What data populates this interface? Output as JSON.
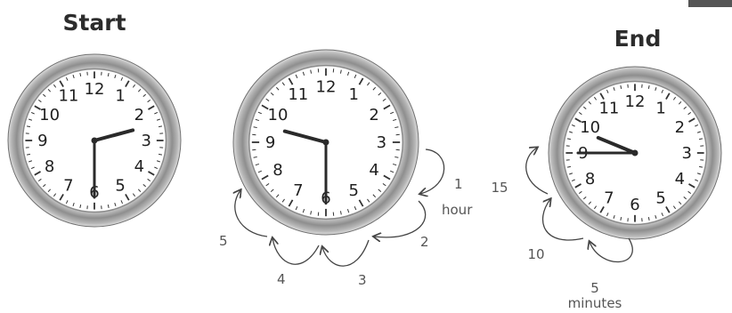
{
  "titles": {
    "start": "Start",
    "end": "End"
  },
  "clocks": [
    {
      "id": "start",
      "numerals": [
        "12",
        "1",
        "2",
        "3",
        "4",
        "5",
        "6",
        "7",
        "8",
        "9",
        "10",
        "11"
      ],
      "hour": 2,
      "minute": 30
    },
    {
      "id": "middle",
      "numerals": [
        "12",
        "1",
        "2",
        "3",
        "4",
        "5",
        "6",
        "7",
        "8",
        "9",
        "10",
        "11"
      ],
      "hour": 9,
      "minute": 30
    },
    {
      "id": "end",
      "numerals": [
        "12",
        "1",
        "2",
        "3",
        "4",
        "5",
        "6",
        "7",
        "8",
        "9",
        "10",
        "11"
      ],
      "hour": 9,
      "minute": 45
    }
  ],
  "hour_hops": {
    "labels": [
      "1",
      "hour",
      "2",
      "3",
      "4",
      "5"
    ]
  },
  "minute_hops": {
    "labels": [
      "5",
      "minutes",
      "10",
      "15"
    ]
  },
  "colors": {
    "rim": "#9a9a9a",
    "rim_dark": "#6f6f6f",
    "face": "#ffffff",
    "hands": "#2a2a2a",
    "arrows": "#444444",
    "corner_bar": "#555555"
  }
}
